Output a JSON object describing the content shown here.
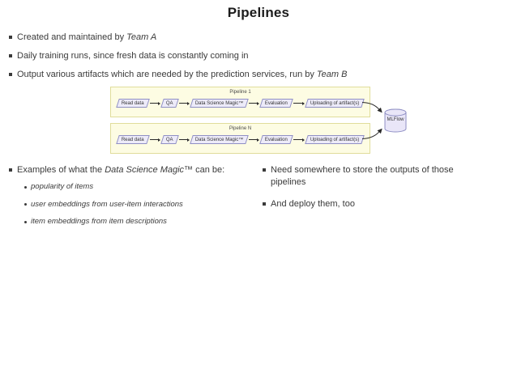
{
  "slide": {
    "title": "Pipelines",
    "top_bullets": [
      {
        "text": "Created and maintained by ",
        "emphasis": "Team A"
      },
      {
        "text": "Daily training runs, since fresh data is constantly coming in",
        "emphasis": ""
      },
      {
        "text": "Output various artifacts which are needed by the prediction services, run by ",
        "emphasis": "Team B"
      }
    ],
    "left_column": {
      "lead": "Examples of what the ",
      "emphasis": "Data Science Magic™",
      "tail": " can be:",
      "sub_bullets": [
        "popularity of items",
        "user embeddings from user-item interactions",
        "item embeddings from item descriptions"
      ]
    },
    "right_column": {
      "bullets": [
        "Need somewhere to store the outputs of those pipelines",
        "And deploy them, too"
      ]
    }
  },
  "diagram": {
    "pipelines": [
      {
        "label": "Pipeline 1",
        "nodes": [
          "Read data",
          "QA",
          "Data Science Magic™",
          "Evaluation",
          "Uploading of artifact(s)"
        ]
      },
      {
        "label": "Pipeline N",
        "nodes": [
          "Read data",
          "QA",
          "Data Science Magic™",
          "Evaluation",
          "Uploading of artifact(s)"
        ]
      }
    ],
    "datastore": "MLFlow",
    "colors": {
      "pipeline_bg": "#fdfce3",
      "pipeline_border": "#e0dd9b",
      "node_fill": "#edebf9",
      "node_border": "#8f8fc4",
      "store_fill": "#e9e6f8",
      "store_border": "#8f8fc4",
      "arrow": "#2a2a2a"
    }
  }
}
